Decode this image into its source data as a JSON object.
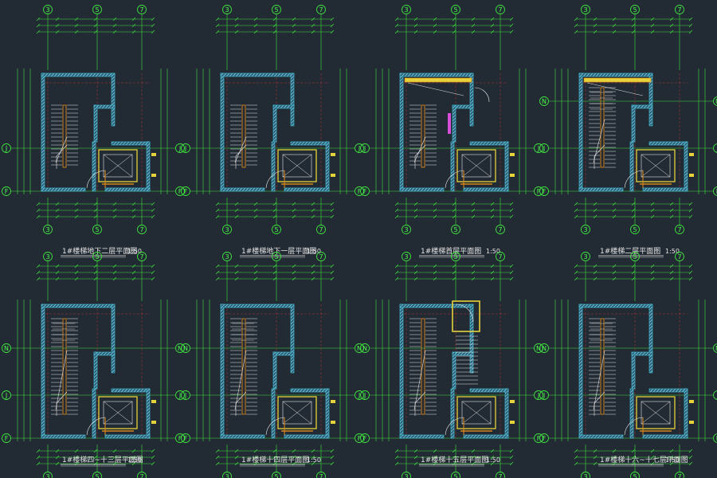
{
  "background": "#222a33",
  "colors": {
    "axis_green": "#3fe23f",
    "wall_cyan": "#3fc8e0",
    "wall_fill": "#2e5f76",
    "hatch": "#7fd3e8",
    "red_grid": "#b8323a",
    "yellow": "#e6d23a",
    "orange": "#d8881c",
    "white": "#e6e6e6",
    "magenta": "#d64fd6"
  },
  "axis_labels": {
    "col_left": "3",
    "col_mid": "5",
    "col_right": "7",
    "row_F": "F",
    "row_J": "J",
    "row_N": "N"
  },
  "sheets": [
    {
      "title": "1#楼梯地下二层平面图",
      "scale": "1:50",
      "axes": [
        "F",
        "J"
      ],
      "variant": "basement"
    },
    {
      "title": "1#楼梯地下一层平面图",
      "scale": "1:50",
      "axes": [
        "F",
        "J"
      ],
      "variant": "basement"
    },
    {
      "title": "1#楼梯首层平面图",
      "scale": "1:50",
      "axes": [
        "F",
        "J"
      ],
      "variant": "ground"
    },
    {
      "title": "1#楼梯二层平面图",
      "scale": "1:50",
      "axes": [
        "F",
        "J",
        "N"
      ],
      "variant": "second"
    },
    {
      "title": "1#楼梯四~十三层平面图",
      "scale": "1:50",
      "axes": [
        "F",
        "J",
        "N"
      ],
      "variant": "typical"
    },
    {
      "title": "1#楼梯十四层平面图",
      "scale": "1:50",
      "axes": [
        "F",
        "J",
        "N"
      ],
      "variant": "typical"
    },
    {
      "title": "1#楼梯十五层平面图",
      "scale": "1:50",
      "axes": [
        "F",
        "J",
        "N"
      ],
      "variant": "fifteen"
    },
    {
      "title": "1#楼梯十六~十七层平面图",
      "scale": "1:50",
      "axes": [
        "F",
        "J",
        "N"
      ],
      "variant": "typical"
    }
  ]
}
